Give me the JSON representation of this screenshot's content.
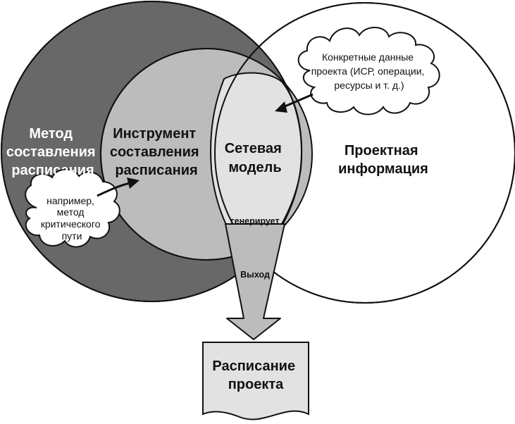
{
  "circles": {
    "method": {
      "label_lines": [
        "Метод",
        "составления",
        "расписания"
      ]
    },
    "tool": {
      "label_lines": [
        "Инструмент",
        "составления",
        "расписания"
      ]
    },
    "network_model": {
      "label_lines": [
        "Сетевая",
        "модель"
      ]
    },
    "project_info": {
      "label_lines": [
        "Проектная",
        "информация"
      ]
    }
  },
  "callouts": {
    "example_method": {
      "lines": [
        "например,",
        "метод",
        "критического",
        "пути"
      ]
    },
    "concrete_data": {
      "lines": [
        "Конкретные данные",
        "проекта (ИСР, операции,",
        "ресурсы и т. д.)"
      ]
    }
  },
  "flow": {
    "generates_label": "генерирует",
    "output_label": "Выход"
  },
  "schedule_doc": {
    "label_lines": [
      "Расписание",
      "проекта"
    ]
  },
  "colors": {
    "method_fill": "#686868",
    "tool_fill": "#bcbcbc",
    "network_fill": "#e2e2e2",
    "info_fill": "#ffffff",
    "stroke": "#111111"
  }
}
